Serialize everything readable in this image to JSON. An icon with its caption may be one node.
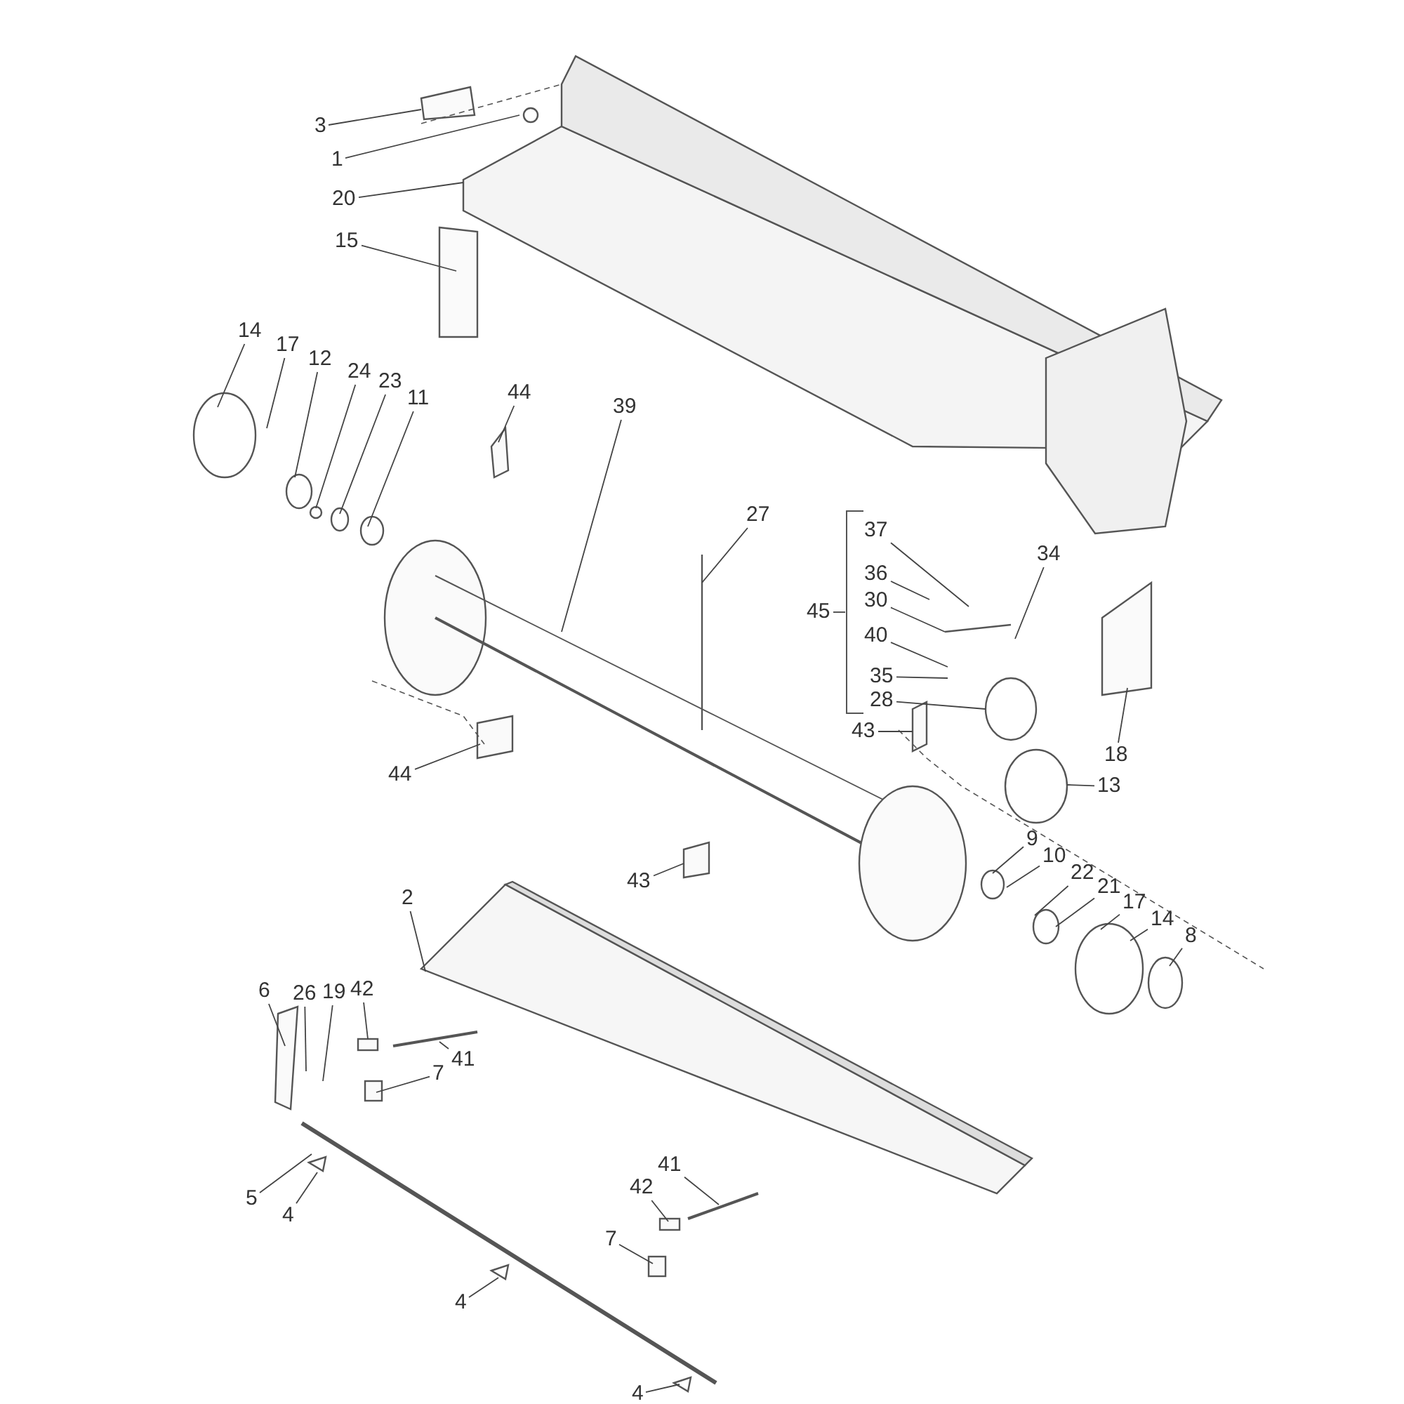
{
  "diagram": {
    "nodes": [
      {
        "text": [
          "3"
        ]
      },
      {
        "text": [
          "1"
        ]
      },
      {
        "text": [
          "20"
        ]
      },
      {
        "text": [
          "15"
        ]
      },
      {
        "text": [
          "14"
        ]
      },
      {
        "text": [
          "17"
        ]
      },
      {
        "text": [
          "12"
        ]
      },
      {
        "text": [
          "24"
        ]
      },
      {
        "text": [
          "23"
        ]
      },
      {
        "text": [
          "11"
        ]
      },
      {
        "text": [
          "44"
        ]
      },
      {
        "text": [
          "39"
        ]
      },
      {
        "text": [
          "27"
        ]
      },
      {
        "text": [
          "45"
        ]
      },
      {
        "text": [
          "37"
        ]
      },
      {
        "text": [
          "36"
        ]
      },
      {
        "text": [
          "30"
        ]
      },
      {
        "text": [
          "34"
        ]
      },
      {
        "text": [
          "40"
        ]
      },
      {
        "text": [
          "35"
        ]
      },
      {
        "text": [
          "28"
        ]
      },
      {
        "text": [
          "43"
        ]
      },
      {
        "text": [
          "18"
        ]
      },
      {
        "text": [
          "13"
        ]
      },
      {
        "text": [
          "9"
        ]
      },
      {
        "text": [
          "10"
        ]
      },
      {
        "text": [
          "22"
        ]
      },
      {
        "text": [
          "21"
        ]
      },
      {
        "text": [
          "17"
        ]
      },
      {
        "text": [
          "14"
        ]
      },
      {
        "text": [
          "8"
        ]
      },
      {
        "text": [
          "44"
        ]
      },
      {
        "text": [
          "43"
        ]
      },
      {
        "text": [
          "2"
        ]
      },
      {
        "text": [
          "6"
        ]
      },
      {
        "text": [
          "26"
        ]
      },
      {
        "text": [
          "19"
        ]
      },
      {
        "text": [
          "42"
        ]
      },
      {
        "text": [
          "41"
        ]
      },
      {
        "text": [
          "7"
        ]
      },
      {
        "text": [
          "5"
        ]
      },
      {
        "text": [
          "4"
        ]
      },
      {
        "text": [
          "41"
        ]
      },
      {
        "text": [
          "42"
        ]
      },
      {
        "text": [
          "7"
        ]
      },
      {
        "text": [
          "4"
        ]
      },
      {
        "text": [
          "4"
        ]
      },
      {
        "text": [],
        "shape": "bracket"
      }
    ],
    "edges": [
      {
        "from": 0,
        "to": null,
        "arrow": "none"
      },
      {
        "from": 1,
        "to": null,
        "arrow": "none"
      },
      {
        "from": 2,
        "to": null,
        "arrow": "none"
      },
      {
        "from": 3,
        "to": null,
        "arrow": "none"
      },
      {
        "from": 4,
        "to": null,
        "arrow": "none"
      },
      {
        "from": 5,
        "to": null,
        "arrow": "none"
      },
      {
        "from": 6,
        "to": null,
        "arrow": "none"
      },
      {
        "from": 7,
        "to": null,
        "arrow": "none"
      },
      {
        "from": 8,
        "to": null,
        "arrow": "none"
      },
      {
        "from": 9,
        "to": null,
        "arrow": "none"
      },
      {
        "from": 10,
        "to": null,
        "arrow": "none"
      },
      {
        "from": 11,
        "to": null,
        "arrow": "none"
      },
      {
        "from": 12,
        "to": null,
        "arrow": "none"
      },
      {
        "from": 13,
        "to": 47,
        "arrow": "none"
      },
      {
        "from": 14,
        "to": null,
        "arrow": "none"
      },
      {
        "from": 15,
        "to": null,
        "arrow": "none"
      },
      {
        "from": 16,
        "to": null,
        "arrow": "none"
      },
      {
        "from": 17,
        "to": null,
        "arrow": "none"
      },
      {
        "from": 18,
        "to": null,
        "arrow": "none"
      },
      {
        "from": 19,
        "to": null,
        "arrow": "none"
      },
      {
        "from": 20,
        "to": null,
        "arrow": "none"
      },
      {
        "from": 21,
        "to": null,
        "arrow": "none"
      },
      {
        "from": 22,
        "to": null,
        "arrow": "none"
      },
      {
        "from": 23,
        "to": null,
        "arrow": "none"
      },
      {
        "from": 24,
        "to": null,
        "arrow": "none"
      },
      {
        "from": 25,
        "to": null,
        "arrow": "none"
      },
      {
        "from": 26,
        "to": null,
        "arrow": "none"
      },
      {
        "from": 27,
        "to": null,
        "arrow": "none"
      },
      {
        "from": 28,
        "to": null,
        "arrow": "none"
      },
      {
        "from": 29,
        "to": null,
        "arrow": "none"
      },
      {
        "from": 30,
        "to": null,
        "arrow": "none"
      },
      {
        "from": 31,
        "to": null,
        "arrow": "none"
      },
      {
        "from": 32,
        "to": null,
        "arrow": "none"
      },
      {
        "from": 33,
        "to": null,
        "arrow": "none"
      },
      {
        "from": 34,
        "to": null,
        "arrow": "none"
      },
      {
        "from": 35,
        "to": null,
        "arrow": "none"
      },
      {
        "from": 36,
        "to": null,
        "arrow": "none"
      },
      {
        "from": 37,
        "to": null,
        "arrow": "none"
      },
      {
        "from": 38,
        "to": null,
        "arrow": "none"
      },
      {
        "from": 39,
        "to": null,
        "arrow": "none"
      },
      {
        "from": 40,
        "to": null,
        "arrow": "none"
      },
      {
        "from": 41,
        "to": null,
        "arrow": "none"
      },
      {
        "from": 42,
        "to": null,
        "arrow": "none"
      },
      {
        "from": 43,
        "to": null,
        "arrow": "none"
      },
      {
        "from": 44,
        "to": null,
        "arrow": "none"
      },
      {
        "from": 45,
        "to": null,
        "arrow": "none"
      },
      {
        "from": 46,
        "to": null,
        "arrow": "none"
      }
    ]
  }
}
